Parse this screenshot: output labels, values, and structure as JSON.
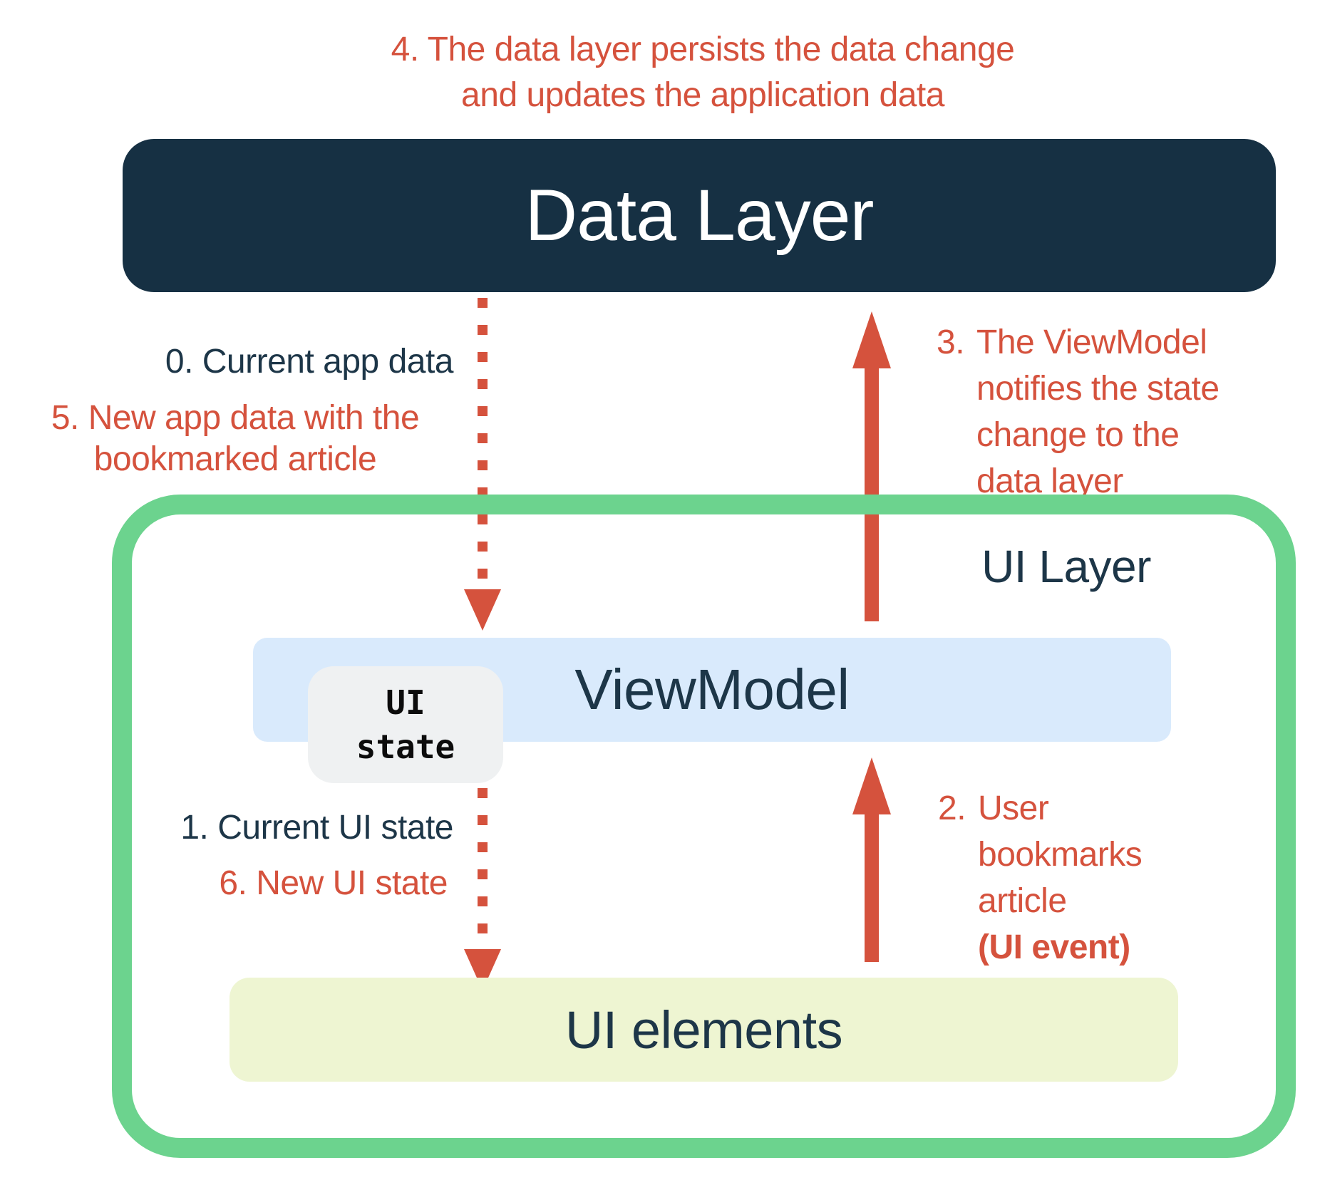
{
  "colors": {
    "navy_box": "#163043",
    "navy_text": "#1d3648",
    "accent_red": "#d5523d",
    "green_border": "#6cd38e",
    "viewmodel_blue": "#d9eafc",
    "ui_elements_yellow": "#eef5d2",
    "badge_gray": "#eff1f2",
    "white": "#ffffff"
  },
  "boxes": {
    "data_layer": "Data Layer",
    "ui_layer": "UI Layer",
    "viewmodel": "ViewModel",
    "ui_state": {
      "line1": "UI",
      "line2": "state"
    },
    "ui_elements": "UI elements"
  },
  "notes": {
    "step4": {
      "line1": "4. The data layer persists the data change",
      "line2": "and updates the application data"
    },
    "step0": "0. Current app data",
    "step5": {
      "line1": "5. New app data with the",
      "line2": "bookmarked article"
    },
    "step3": {
      "num": "3.",
      "lines": [
        "The ViewModel",
        "notifies the state",
        "change to the",
        "data layer"
      ]
    },
    "step1": "1. Current UI state",
    "step6": "6. New UI state",
    "step2": {
      "num": "2.",
      "lines": [
        "User",
        "bookmarks",
        "article"
      ],
      "bold_line": "(UI event)"
    }
  }
}
